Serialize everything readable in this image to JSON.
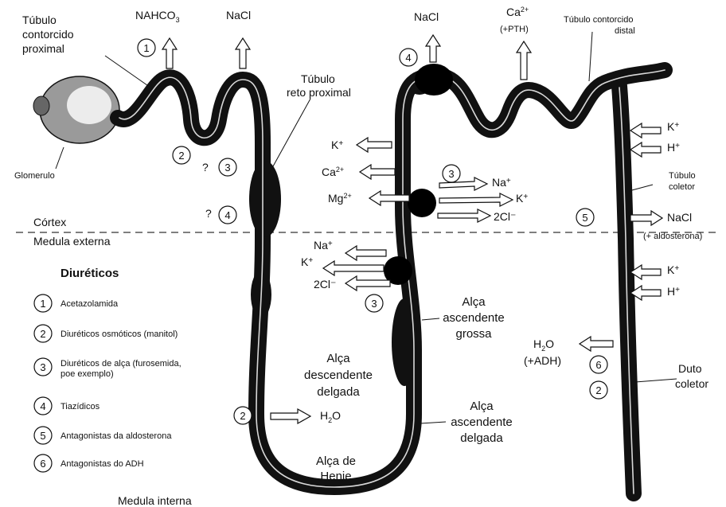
{
  "labels": {
    "tubulo_proximal": [
      "Túbulo",
      "contorcido",
      "proximal"
    ],
    "glomerulo": "Glomerulo",
    "nahco3": "NAHCO3",
    "nacl_top": "NaCl",
    "tubulo_reto": [
      "Túbulo",
      "reto proximal"
    ],
    "nacl_distal": "NaCl",
    "ca": "Ca2+",
    "pth": "(+PTH)",
    "tubulo_distal": [
      "Túbulo contorcido",
      "distal"
    ],
    "k_right1": "K+",
    "h_right1": "H+",
    "tubulo_coletor": [
      "Túbulo",
      "coletor"
    ],
    "nacl_right": "NaCl",
    "aldosterona": "(+ aldosterona)",
    "k_right2": "K+",
    "h_right2": "H+",
    "h2o_right": "H2O",
    "adh": "(+ADH)",
    "duto_coletor": [
      "Duto",
      "coletor"
    ],
    "k_left": "K+",
    "ca_left": "Ca2+",
    "mg_left": "Mg2+",
    "na_upper": "Na+",
    "k_upper": "K+",
    "cl_upper": "2Cl⁻",
    "na_lower": "Na+",
    "k_lower": "K+",
    "cl_lower": "2Cl⁻",
    "cortex": "Córtex",
    "medula_externa": "Medula externa",
    "medula_interna": "Medula interna",
    "alca_desc": [
      "Alça",
      "descendente",
      "delgada"
    ],
    "alca_asc_grossa": [
      "Alça",
      "ascendente",
      "grossa"
    ],
    "alca_asc_delgada": [
      "Alça",
      "ascendente",
      "delgada"
    ],
    "alca_henle": [
      "Alça de",
      "Henie"
    ],
    "h2o_loop": "H2O",
    "q3": "?",
    "q4": "?"
  },
  "markers": {
    "m1": "1",
    "m2": "2",
    "m3": "3",
    "m4": "4",
    "m4d": "4",
    "m3u": "3",
    "m3l": "3",
    "m5": "5",
    "m6": "6",
    "m2d": "2",
    "m2l": "2"
  },
  "legend": {
    "title": "Diuréticos",
    "items": [
      {
        "num": "1",
        "text": [
          "Acetazolamida"
        ]
      },
      {
        "num": "2",
        "text": [
          "Diuréticos osmóticos (manitol)"
        ]
      },
      {
        "num": "3",
        "text": [
          "Diuréticos de alça (furosemida,",
          "poe exemplo)"
        ]
      },
      {
        "num": "4",
        "text": [
          "Tiazídicos"
        ]
      },
      {
        "num": "5",
        "text": [
          "Antagonistas da aldosterona"
        ]
      },
      {
        "num": "6",
        "text": [
          "Antagonistas do ADH"
        ]
      }
    ]
  }
}
